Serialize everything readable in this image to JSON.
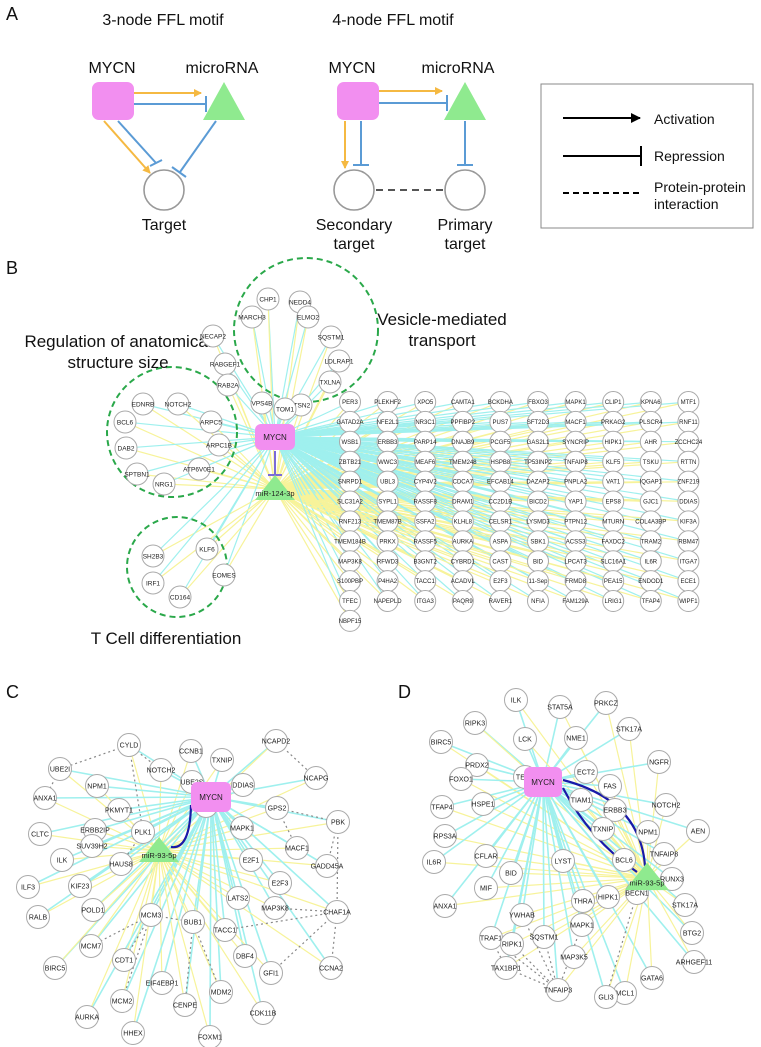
{
  "panel_labels": {
    "a": "A",
    "b": "B",
    "c": "C",
    "d": "D"
  },
  "panelA": {
    "motif3_title": "3-node FFL motif",
    "motif4_title": "4-node FFL motif",
    "mycn": "MYCN",
    "microrna": "microRNA",
    "target": "Target",
    "secondary_target": "Secondary\ntarget",
    "primary_target": "Primary\ntarget",
    "legend": {
      "activation": "Activation",
      "repression": "Repression",
      "ppi": "Protein-protein\ninteraction"
    }
  },
  "panelB": {
    "hub_tf": "MYCN",
    "hub_mir": "miR-124-3p",
    "clusters": [
      {
        "name": "Vesicle-mediated\ntransport",
        "genes": [
          "CHP1",
          "NEDD4",
          "MARCH3",
          "ELMO2",
          "NECAP2",
          "SQSTM1",
          "LDLRAP1",
          "RABGEF1",
          "TXLNA",
          "RAB2A",
          "ITSN2",
          "VPS4B",
          "TOM1"
        ]
      },
      {
        "name": "Regulation of anatomical\nstructure size",
        "genes": [
          "EDNRB",
          "NOTCH2",
          "BCL6",
          "ARPC5",
          "ARPC1B",
          "DAB2",
          "ATP6V0E1",
          "SPTBN1",
          "NRG1"
        ]
      },
      {
        "name": "T Cell differentiation",
        "genes": [
          "KLF6",
          "SH2B3",
          "EOMES",
          "IRF1",
          "CD164"
        ]
      }
    ],
    "grid": [
      [
        "PER3",
        "PLEKHF2",
        "XPO5",
        "CAMTA1",
        "BCKDHA",
        "FBXO3",
        "MAPK1",
        "CLIP1",
        "KPNA6",
        "MTF1"
      ],
      [
        "GATAD2A",
        "NFE2L1",
        "NR3C1",
        "PPFIBP2",
        "PUS7",
        "SFT2D3",
        "MACF1",
        "PRKAG2",
        "PLSCR4",
        "RNF11"
      ],
      [
        "WSB1",
        "ERBB3",
        "PARP14",
        "DNAJB9",
        "PCGF5",
        "GAS2L1",
        "SYNCRIP",
        "HIPK1",
        "AHR",
        "ZCCHC24"
      ],
      [
        "ZBTB21",
        "WWC3",
        "MEAF6",
        "TMEM248",
        "HSPB8",
        "TP53INP2",
        "TNFAIP8",
        "KLF5",
        "TSKU",
        "RTTN"
      ],
      [
        "SNRPD1",
        "UBL3",
        "CYP4V2",
        "CDCA7",
        "EFCAB14",
        "DAZAP2",
        "PNPLA2",
        "VAT1",
        "IQGAP1",
        "ZNF219"
      ],
      [
        "SLC31A2",
        "SYPL1",
        "RASSF8",
        "DRAM1",
        "CC2D1B",
        "BICD2",
        "YAP1",
        "EPS8",
        "GJC1",
        "DDIAS"
      ],
      [
        "RNF213",
        "TMEM87B",
        "SSFA2",
        "KLHL8",
        "CELSR1",
        "LYSMD3",
        "PTPN12",
        "MTURN",
        "COL4A3BP",
        "KIF3A"
      ],
      [
        "TMEM184B",
        "PRKX",
        "RASSF5",
        "AURKA",
        "ASPA",
        "SBK1",
        "ACSS3",
        "FAXDC2",
        "TRAM2",
        "RBM47"
      ],
      [
        "MAP3K8",
        "RFWD3",
        "B3GNT2",
        "CYBRD1",
        "CAST",
        "BID",
        "LPCAT3",
        "SLC16A1",
        "IL6R",
        "ITGA7"
      ],
      [
        "S100PBP",
        "P4HA2",
        "TACC1",
        "ACADVL",
        "E2F3",
        "11-Sep",
        "FRMD8",
        "PEA15",
        "ENDOD1",
        "ECE1"
      ],
      [
        "TFEC",
        "NAPEPLD",
        "ITGA3",
        "PAQR9",
        "RAVER1",
        "NFIA",
        "FAM129A",
        "LRIG1",
        "TFAP4",
        "WIPF1"
      ],
      [
        "NBPF15"
      ]
    ]
  },
  "panelC": {
    "hub_tf": "MYCN",
    "hub_mir": "miR-93-5p",
    "genes": [
      "CYLD",
      "CCNB1",
      "TXNIP",
      "NCAPD2",
      "UBE2I",
      "NOTCH2",
      "UBE2S",
      "DDIAS",
      "GPS2",
      "ANXA1",
      "NPM1",
      "PKMYT1",
      "SGOL1",
      "NCAPG",
      "PBK",
      "ERBB2IP",
      "CLTC",
      "SUV39H2",
      "PLK1",
      "MAPK1",
      "MACF1",
      "ILK",
      "HAUS8",
      "E2F1",
      "GADD45A",
      "ILF3",
      "KIF23",
      "E2F3",
      "RALB",
      "POLD1",
      "LATS2",
      "MAP3K8",
      "CHAF1A",
      "MCM3",
      "BUB1",
      "TACC1",
      "MCM7",
      "CDT1",
      "DBF4",
      "BIRC5",
      "GFI1",
      "CCNA2",
      "EIF4EBP1",
      "MDM2",
      "MCM2",
      "CENPE",
      "AURKA",
      "CDK11B",
      "HHEX",
      "FOXM1"
    ]
  },
  "panelD": {
    "hub_tf": "MYCN",
    "hub_mir": "miR-93-5p",
    "genes": [
      "ILK",
      "STAT5A",
      "PRKCZ",
      "RIPK3",
      "LCK",
      "NME1",
      "STK17A",
      "BIRC5",
      "PRDX2",
      "TERT",
      "ECT2",
      "FAS",
      "NGFR",
      "FOXO1",
      "TIAM1",
      "HSPE1",
      "ERBB3",
      "NOTCH2",
      "TFAP4",
      "TXNIP",
      "NPM1",
      "AEN",
      "RPS3A",
      "TNFAIP8",
      "IL6R",
      "CFLAR",
      "BCL6",
      "RUNX3",
      "MIF",
      "BID",
      "LYST",
      "ANXA1",
      "THRA",
      "HIPK1",
      "BECN1",
      "STK17A",
      "YWHAB",
      "BTG2",
      "TRAF1",
      "MAPK1",
      "SQSTM1",
      "RIPK1",
      "ARHGEF11",
      "MAP3K5",
      "GATA6",
      "TAX1BP1",
      "MCL1",
      "TNFAIP3",
      "GLI3"
    ]
  },
  "colors": {
    "tf": "#f28ff0",
    "mir": "#8fea8f",
    "activation": "#f5b942",
    "repression": "#5b9bd5",
    "edge_cyan": "#9ff0ee",
    "edge_yellow": "#f7f39a",
    "cluster_ring": "#2aa84a",
    "ppi": "#888888",
    "strong": "#1a1aa8"
  }
}
